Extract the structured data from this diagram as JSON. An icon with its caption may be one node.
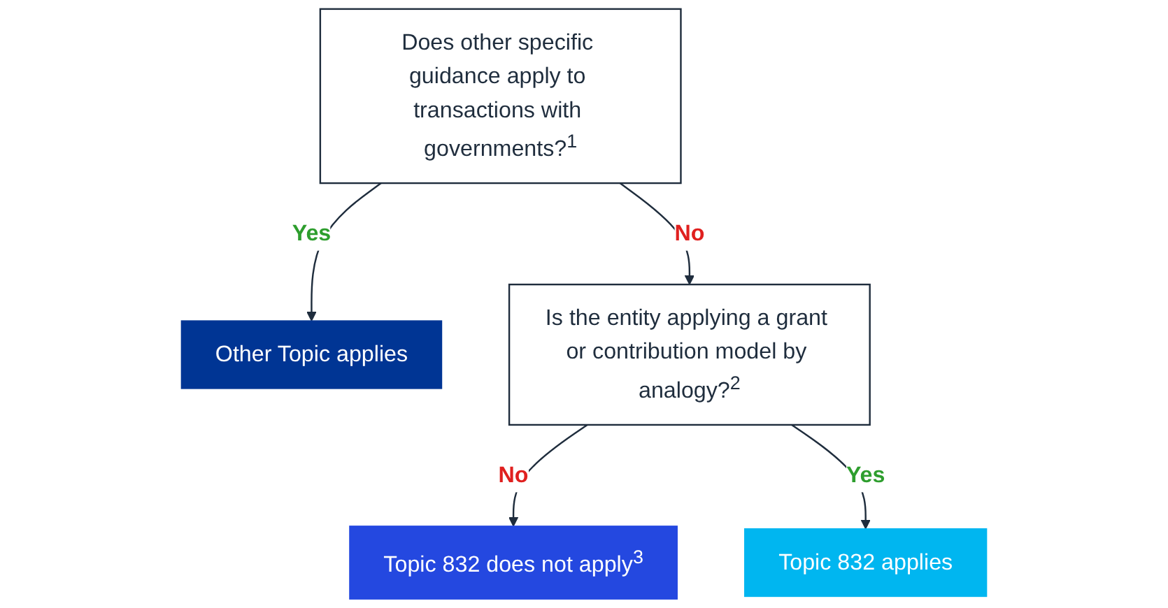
{
  "diagram": {
    "nodes": [
      {
        "text": [
          "Does other specific guidance apply to transactions with governments?$^{1}$"
        ]
      },
      {
        "text": [
          "Other Topic applies"
        ]
      },
      {
        "text": [
          "Is the entity applying a grant or contribution model by analogy?$^{2}$"
        ]
      },
      {
        "text": [
          "Topic 832 does not apply$^{3}$"
        ]
      },
      {
        "text": [
          "Topic 832 applies"
        ]
      }
    ],
    "edges": [
      {
        "from": 0,
        "to": 1,
        "arrow": "to",
        "label": "Yes"
      },
      {
        "from": 0,
        "to": 2,
        "arrow": "to",
        "label": "No"
      },
      {
        "from": 2,
        "to": 3,
        "arrow": "to",
        "label": "No"
      },
      {
        "from": 2,
        "to": 4,
        "arrow": "to",
        "label": "Yes"
      }
    ]
  }
}
